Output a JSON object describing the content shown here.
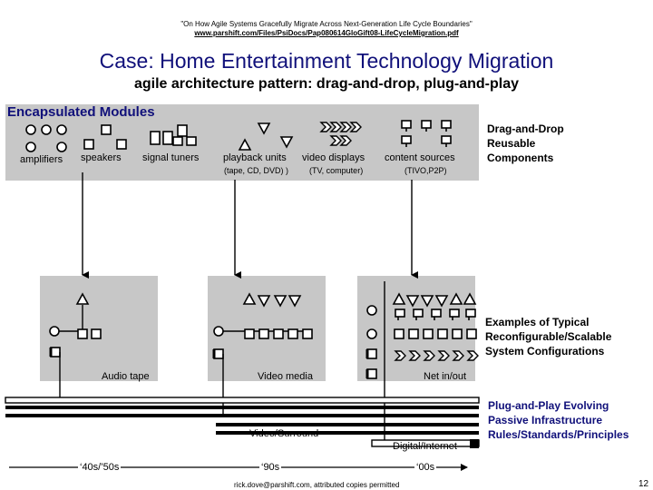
{
  "header": {
    "citation": "\"On How Agile Systems Gracefully Migrate Across Next-Generation Life Cycle Boundaries\"",
    "url": "www.parshift.com/Files/PsiDocs/Pap080614GloGift08-LifeCycleMigration.pdf"
  },
  "title": "Case: Home Entertainment Technology Migration",
  "subtitle": "agile architecture pattern: drag-and-drop, plug-and-play",
  "modules_panel": {
    "heading": "Encapsulated Modules",
    "labels": [
      "amplifiers",
      "speakers",
      "signal tuners",
      "playback units",
      "video displays",
      "content sources"
    ],
    "sublabels": [
      "(tape, CD, DVD) )",
      "(TV, computer)",
      "(TIVO,P2P)"
    ]
  },
  "side_labels": {
    "components": [
      "Drag-and-Drop",
      "Reusable",
      "Components"
    ],
    "configurations": [
      "Examples of Typical",
      "Reconfigurable/Scalable",
      "System Configurations"
    ],
    "infrastructure": [
      "Plug-and-Play Evolving",
      "Passive Infrastructure",
      "Rules/Standards/Principles"
    ]
  },
  "configurations": [
    "Audio tape",
    "Video media",
    "Net in/out"
  ],
  "infrastructure_labels": [
    "Video/Surround",
    "Digital/Internet"
  ],
  "timeline": [
    "‘40s/’50s",
    "‘90s",
    "‘00s"
  ],
  "footer": "rick.dove@parshift.com, attributed copies permitted",
  "page_number": "12",
  "colors": {
    "panel": "#c7c7c7",
    "title": "#10107a",
    "bars": "#000000"
  }
}
